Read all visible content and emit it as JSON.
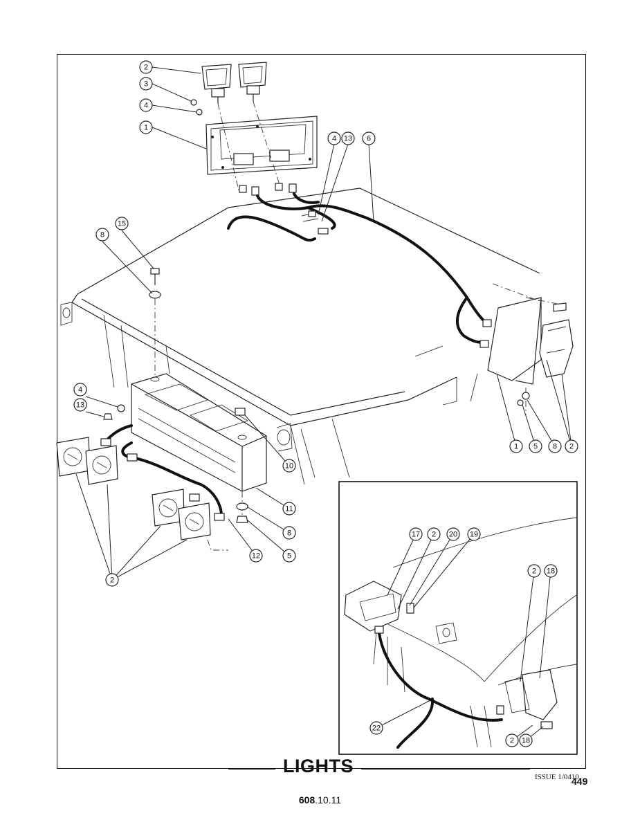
{
  "title": "LIGHTS",
  "issue": "ISSUE 1/0410",
  "page_number": "449",
  "doc_number_bold": "608",
  "doc_number_rest": ".10.11",
  "callouts": [
    "2",
    "3",
    "4",
    "1",
    "4",
    "13",
    "6",
    "15",
    "8",
    "4",
    "13",
    "10",
    "11",
    "8",
    "5",
    "12",
    "2",
    "1",
    "5",
    "8",
    "2",
    "17",
    "2",
    "20",
    "19",
    "2",
    "18",
    "22",
    "2",
    "18"
  ]
}
